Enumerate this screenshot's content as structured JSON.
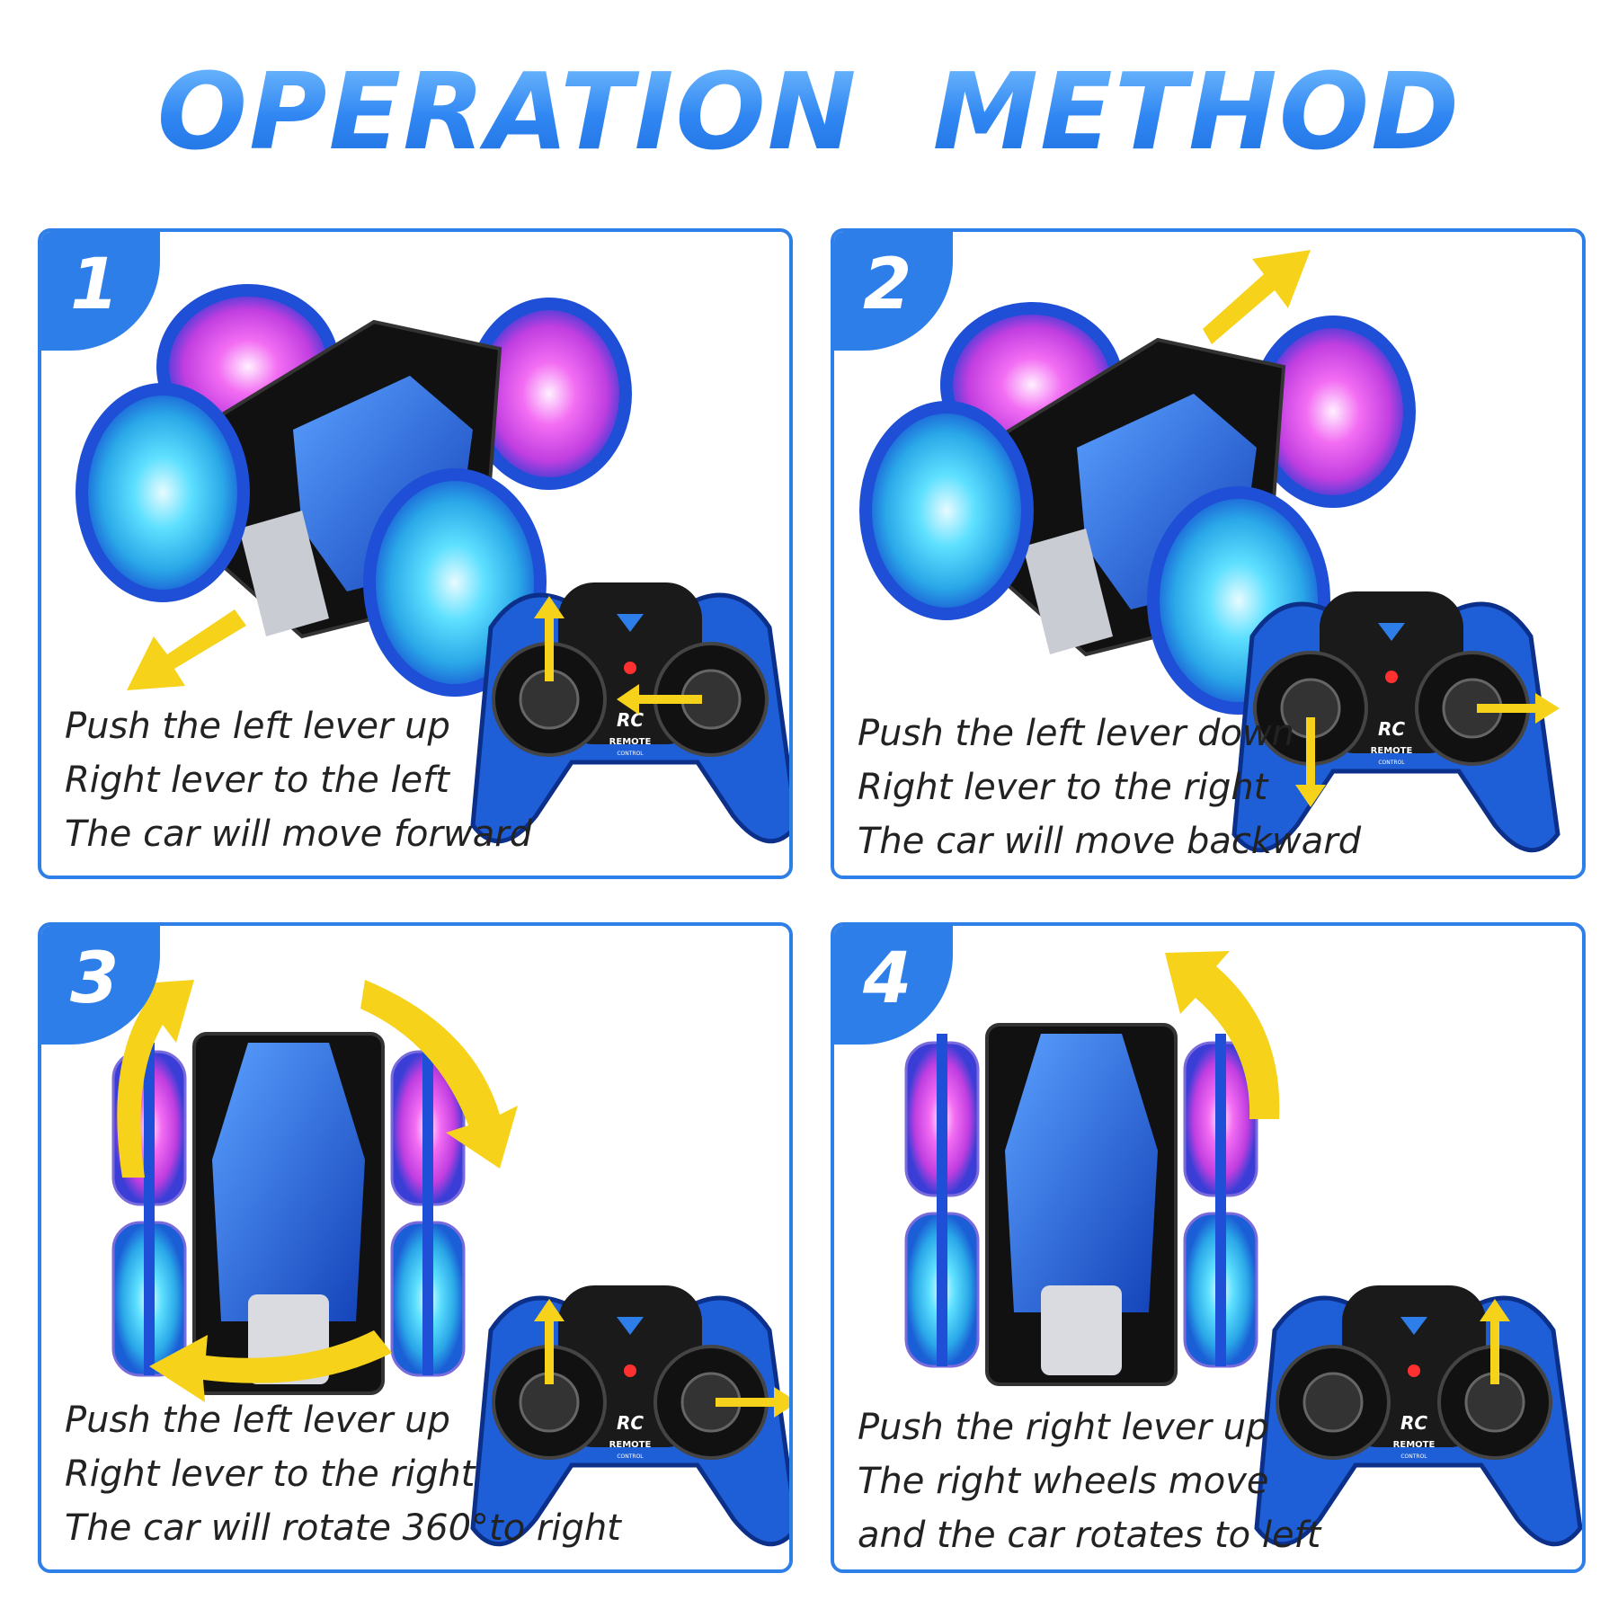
{
  "title": "OPERATION  METHOD",
  "colors": {
    "accent": "#2e7ee9",
    "arrow": "#f6d21b",
    "text": "#222222"
  },
  "panels": [
    {
      "number": "1",
      "lines": [
        "Push the left lever up",
        "Right lever to the left",
        "The car will move forward"
      ]
    },
    {
      "number": "2",
      "lines": [
        "Push the left lever down",
        "Right lever to the right",
        "The car will move backward"
      ]
    },
    {
      "number": "3",
      "lines": [
        "Push the left lever up",
        "Right lever to the right",
        "The car will rotate 360°to right"
      ]
    },
    {
      "number": "4",
      "lines": [
        "Push the right lever up",
        "The right wheels move",
        "and the car rotates to left"
      ]
    }
  ],
  "remote": {
    "logo": "RC",
    "label": "REMOTE",
    "sublabel": "CONTROL"
  }
}
